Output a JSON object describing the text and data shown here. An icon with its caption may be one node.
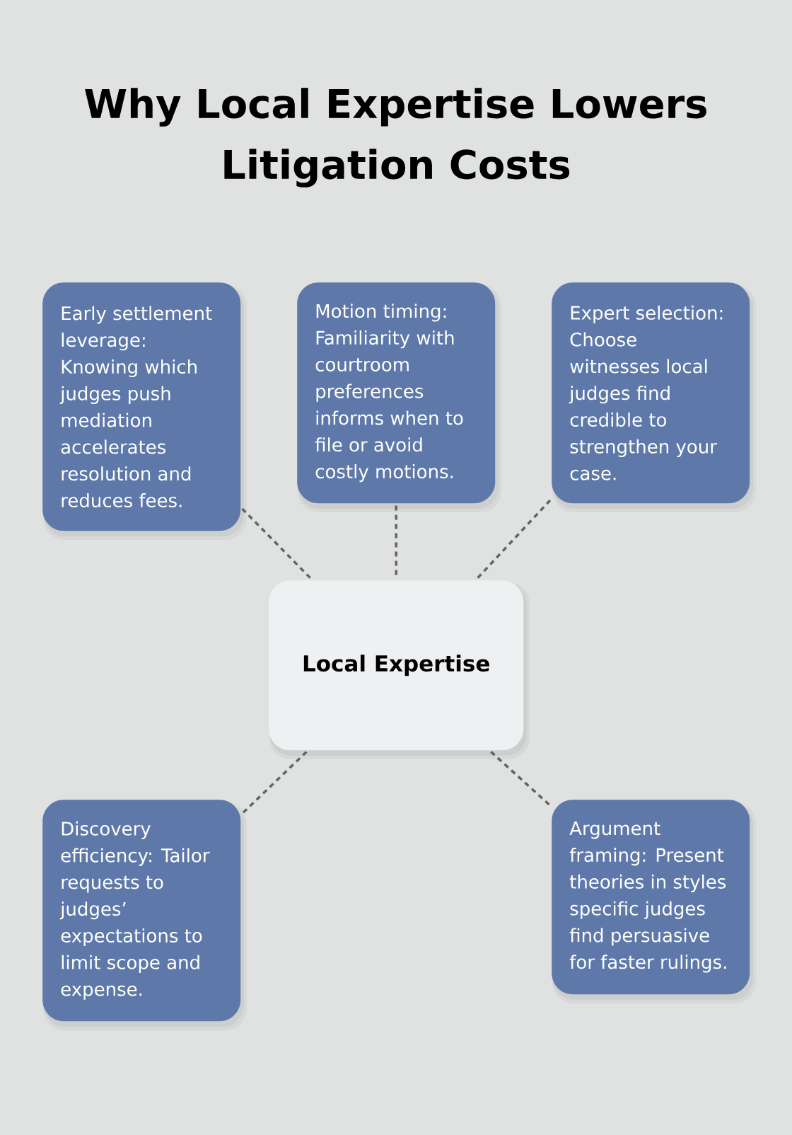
{
  "diagram": {
    "title": "Why Local Expertise Lowers Litigation Costs",
    "nodes": [
      {
        "text": [
          "Early settlement leverage: Knowing which judges push mediation accelerates resolution and reduces fees."
        ]
      },
      {
        "text": [
          "Motion timing: Familiarity with courtroom preferences informs when to file or avoid costly motions."
        ]
      },
      {
        "text": [
          "Expert selection: Choose witnesses local judges find credible to strengthen your case."
        ]
      },
      {
        "text": [
          "Local Expertise"
        ]
      },
      {
        "text": [
          "Discovery efficiency: Tailor requests to judges’ expectations to limit scope and expense."
        ]
      },
      {
        "text": [
          "Argument framing: Present theories in styles specific judges find persuasive for faster rulings."
        ]
      }
    ],
    "edges": [
      {
        "from": 0,
        "to": 3,
        "arrow": "none",
        "style": "dashed"
      },
      {
        "from": 1,
        "to": 3,
        "arrow": "none",
        "style": "dashed"
      },
      {
        "from": 2,
        "to": 3,
        "arrow": "none",
        "style": "dashed"
      },
      {
        "from": 3,
        "to": 4,
        "arrow": "none",
        "style": "dashed"
      },
      {
        "from": 3,
        "to": 5,
        "arrow": "none",
        "style": "dashed"
      }
    ]
  }
}
